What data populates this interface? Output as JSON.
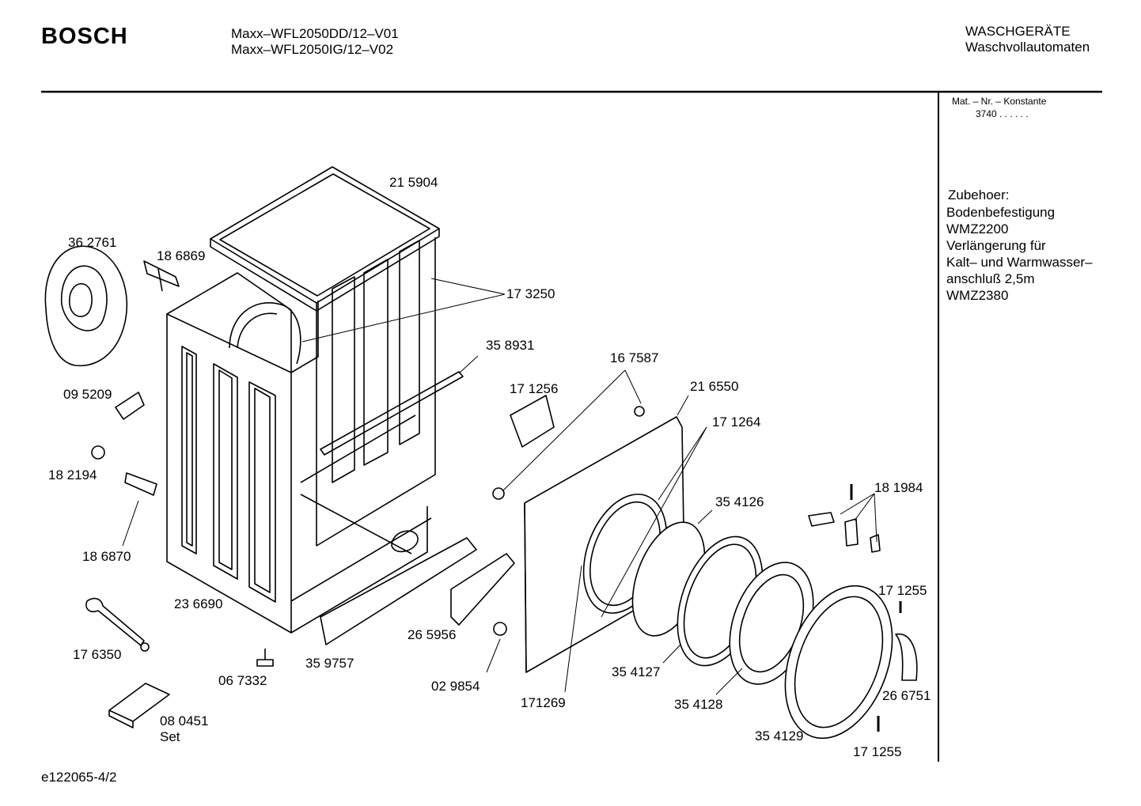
{
  "header": {
    "brand": "BOSCH",
    "models": [
      "Maxx–WFL2050DD/12–V01",
      "Maxx–WFL2050IG/12–V02"
    ],
    "category": [
      "WASCHGERÄTE",
      "Waschvollautomaten"
    ]
  },
  "side_panel": {
    "mat_label": "Mat. – Nr. – Konstante",
    "mat_value": "3740  .   .    .  .  .  .",
    "accessories": [
      "Zubehoer:",
      "Bodenbefestigung",
      "WMZ2200",
      "Verlängerung für",
      "Kalt– und Warmwasser–",
      "anschluß 2,5m",
      "WMZ2380"
    ]
  },
  "parts": [
    "21 5904",
    "36 2761",
    "18 6869",
    "17 3250",
    "35 8931",
    "16 7587",
    "17 1256",
    "21 6550",
    "17 1264",
    "09 5209",
    "18 2194",
    "18 6870",
    "35 4126",
    "18 1984",
    "23 6690",
    "17 1255",
    "26 5956",
    "17 6350",
    "35 9757",
    "02 9854",
    "06 7332",
    "35 4127",
    "171269",
    "35 4128",
    "26 6751",
    "08 0451",
    "Set",
    "35 4129",
    "17 1255"
  ],
  "footer": {
    "drawing_id": "e122065-4/2"
  }
}
